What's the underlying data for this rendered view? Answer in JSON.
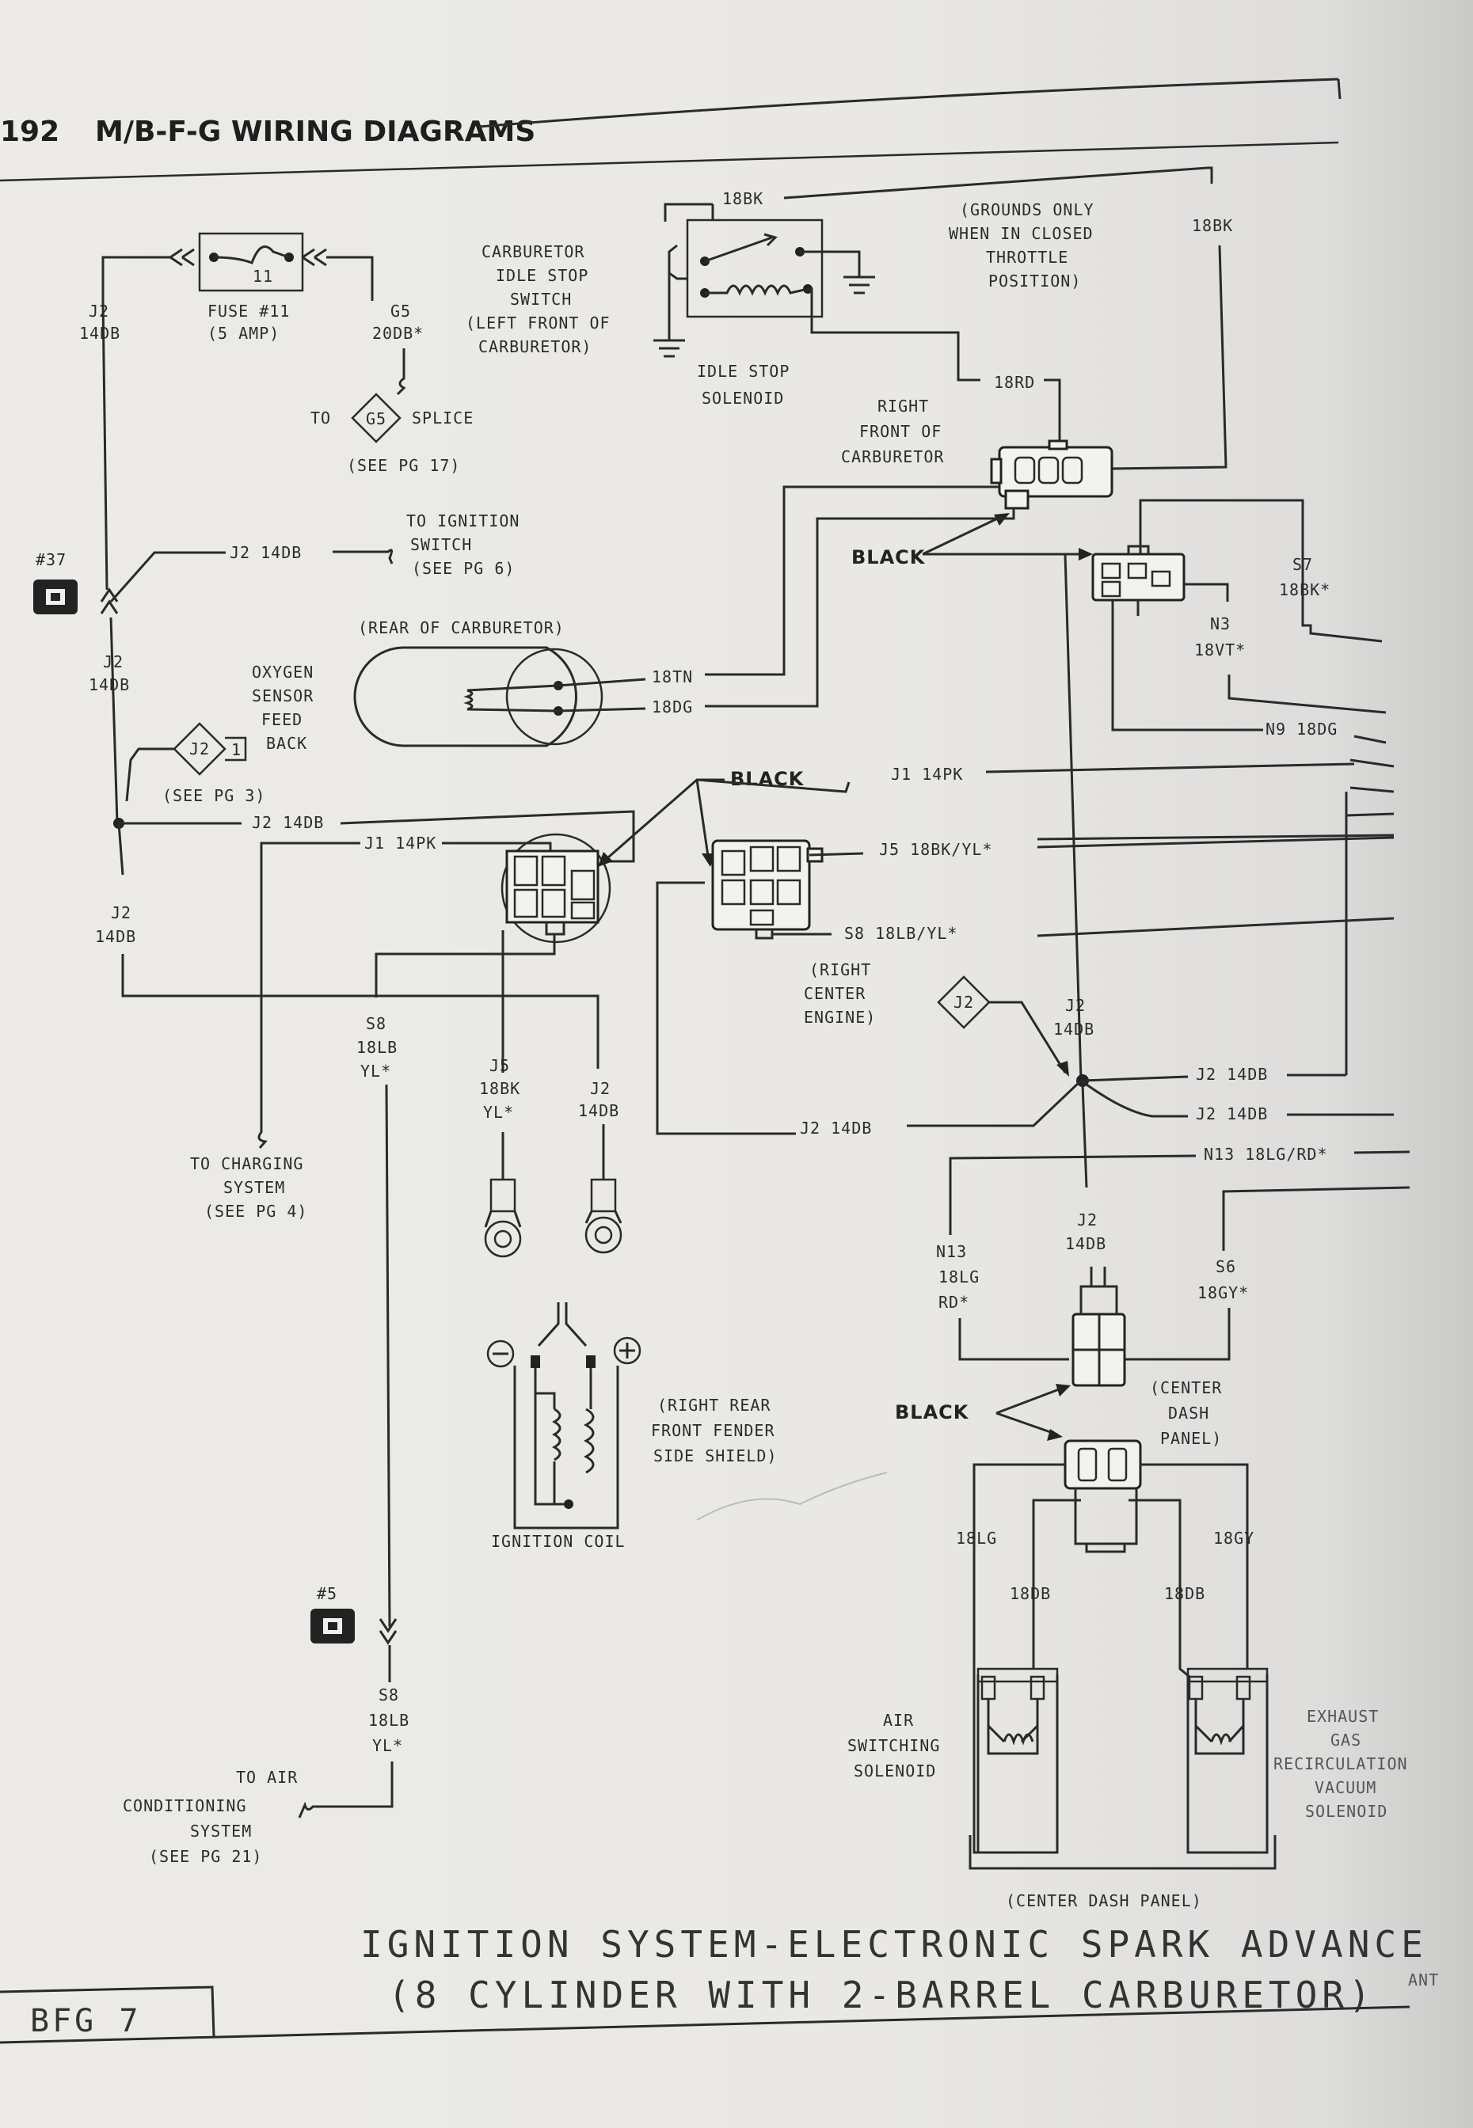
{
  "header": {
    "page_number": "192",
    "section_title": "M/B-F-G WIRING DIAGRAMS"
  },
  "footer": {
    "title_line1": "IGNITION SYSTEM-ELECTRONIC SPARK ADVANCE",
    "title_line2": "(8 CYLINDER WITH 2-BARREL CARBURETOR)",
    "page_label": "BFG  7",
    "corner_mark": "ANT"
  },
  "labels": {
    "fuse_j2": [
      "J2",
      "14DB"
    ],
    "fuse_name": [
      "FUSE #11",
      "(5 AMP)"
    ],
    "fuse_box_number": "11",
    "g5_wire": [
      "G5",
      "20DB*"
    ],
    "g5_to": "TO",
    "g5_diamond": "G5",
    "g5_splice": "SPLICE",
    "g5_see": "(SEE PG 17)",
    "carb_switch": [
      "CARBURETOR",
      "IDLE STOP",
      "SWITCH",
      "(LEFT FRONT OF",
      "CARBURETOR)"
    ],
    "wire_18bk_top": "18BK",
    "grounds_note": [
      "(GROUNDS ONLY",
      "WHEN IN CLOSED",
      "THROTTLE",
      "POSITION)"
    ],
    "wire_18bk_right": "18BK",
    "idle_solenoid": [
      "IDLE STOP",
      "SOLENOID"
    ],
    "wire_18rd": "18RD",
    "right_front_carb": [
      "RIGHT",
      "FRONT OF",
      "CARBURETOR"
    ],
    "black_1": "BLACK",
    "s7_wire": [
      "S7",
      "18BK*"
    ],
    "n3_wire": [
      "N3",
      "18VT*"
    ],
    "n9_wire": "N9  18DG",
    "ground_37": "#37",
    "j2_14db_ignition": "J2  14DB",
    "to_ignition": [
      "TO IGNITION",
      "SWITCH",
      "(SEE PG 6)"
    ],
    "rear_carb": "(REAR OF CARBURETOR)",
    "j2_14db_left": [
      "J2",
      "14DB"
    ],
    "oxygen_sensor": [
      "OXYGEN",
      "SENSOR",
      "FEED",
      "BACK"
    ],
    "wire_18tn": "18TN",
    "wire_18dg": "18DG",
    "j2_diamond": "J2",
    "j2_diamond_suffix": "1",
    "see_pg3": "(SEE PG 3)",
    "j2_14db_mid": "J2  14DB",
    "black_2": "BLACK",
    "j1_14pk_top": "J1  14PK",
    "j1_14pk_left": "J1  14PK",
    "j5_18bk_yl": "J5  18BK/YL*",
    "s8_18lb_yl": "S8  18LB/YL*",
    "right_center_engine": [
      "(RIGHT",
      "CENTER",
      "ENGINE)"
    ],
    "j2_14db_left2": [
      "J2",
      "14DB"
    ],
    "j2_diamond_2": "J2",
    "j2_14db_center": [
      "J2",
      "14DB"
    ],
    "s8_left": [
      "S8",
      "18LB",
      "YL*"
    ],
    "j5_left": [
      "J5",
      "18BK",
      "YL*"
    ],
    "j2_left_coil": [
      "J2",
      "14DB"
    ],
    "j2_14db_right1": "J2  14DB",
    "j2_14db_right2": "J2  14DB",
    "j2_14db_bottom": "J2  14DB",
    "n13_right": "N13  18LG/RD*",
    "to_charging": [
      "TO CHARGING",
      "SYSTEM",
      "(SEE PG 4)"
    ],
    "n13_left": [
      "N13",
      "18LG",
      "RD*"
    ],
    "j2_14db_dash": [
      "J2",
      "14DB"
    ],
    "s6_wire": [
      "S6",
      "18GY*"
    ],
    "ignition_coil_loc": [
      "(RIGHT REAR",
      "FRONT FENDER",
      "SIDE SHIELD)"
    ],
    "ignition_coil": "IGNITION COIL",
    "center_dash_panel": [
      "(CENTER",
      "DASH",
      "PANEL)"
    ],
    "black_3": "BLACK",
    "wire_18lg": "18LG",
    "wire_18gy": "18GY",
    "wire_18db_1": "18DB",
    "wire_18db_2": "18DB",
    "ground_5": "#5",
    "s8_bottom": [
      "S8",
      "18LB",
      "YL*"
    ],
    "to_ac": [
      "TO AIR",
      "CONDITIONING",
      "SYSTEM",
      "(SEE PG 21)"
    ],
    "air_switching": [
      "AIR",
      "SWITCHING",
      "SOLENOID"
    ],
    "egr_solenoid": [
      "EXHAUST",
      "GAS",
      "RECIRCULATION",
      "VACUUM",
      "SOLENOID"
    ],
    "center_dash_bottom": "(CENTER DASH PANEL)"
  }
}
